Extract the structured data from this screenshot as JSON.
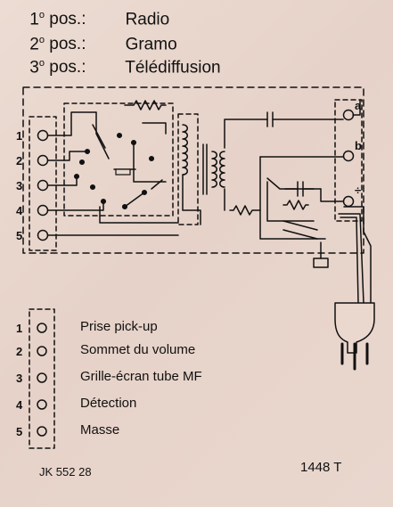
{
  "header": {
    "lines": [
      {
        "num": "1",
        "sup": "o",
        "pos": "pos.:",
        "mode": "Radio"
      },
      {
        "num": "2",
        "sup": "o",
        "pos": "pos.:",
        "mode": "Gramo"
      },
      {
        "num": "3",
        "sup": "o",
        "pos": "pos.:",
        "mode": "Télédiffusion"
      }
    ]
  },
  "diagram": {
    "left_terminals": [
      "1",
      "2",
      "3",
      "4",
      "5"
    ],
    "right_terminals": [
      "a",
      "b",
      "÷"
    ]
  },
  "legend": {
    "numbers": [
      "1",
      "2",
      "3",
      "4",
      "5"
    ],
    "items": [
      "Prise pick-up",
      "Sommet du volume",
      "Grille-écran tube MF",
      "Détection",
      "Masse"
    ]
  },
  "footer": {
    "code": "JK  552 28",
    "ref": "1448 T"
  },
  "colors": {
    "paper": "#e9d7ce",
    "ink": "#111111"
  }
}
